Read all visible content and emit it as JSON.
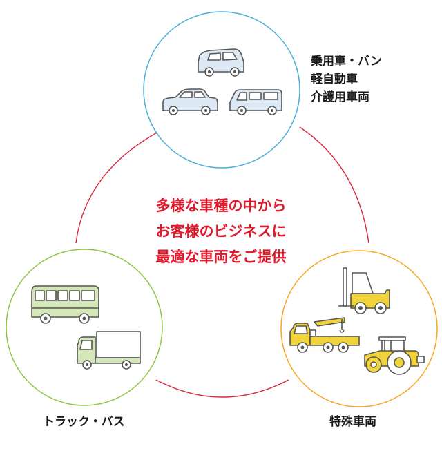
{
  "categories": {
    "passenger": {
      "lines": [
        "乗用車・バン",
        "軽自動車",
        "介護用車両"
      ],
      "ring_color": "#4aaed9",
      "vehicle_color": "#dde8f5"
    },
    "truck_bus": {
      "label": "トラック・バス",
      "ring_color": "#8cc63f",
      "vehicle_color": "#d4e7b8"
    },
    "special": {
      "label": "特殊車両",
      "ring_color": "#f5a623",
      "vehicle_color": "#f1d33a"
    }
  },
  "center_message": {
    "lines": [
      "多様な車種の中から",
      "お客様のビジネスに",
      "最適な車両をご提供"
    ],
    "color": "#e01a2b"
  },
  "connector_color": "#d9263a",
  "outline_color": "#555555"
}
